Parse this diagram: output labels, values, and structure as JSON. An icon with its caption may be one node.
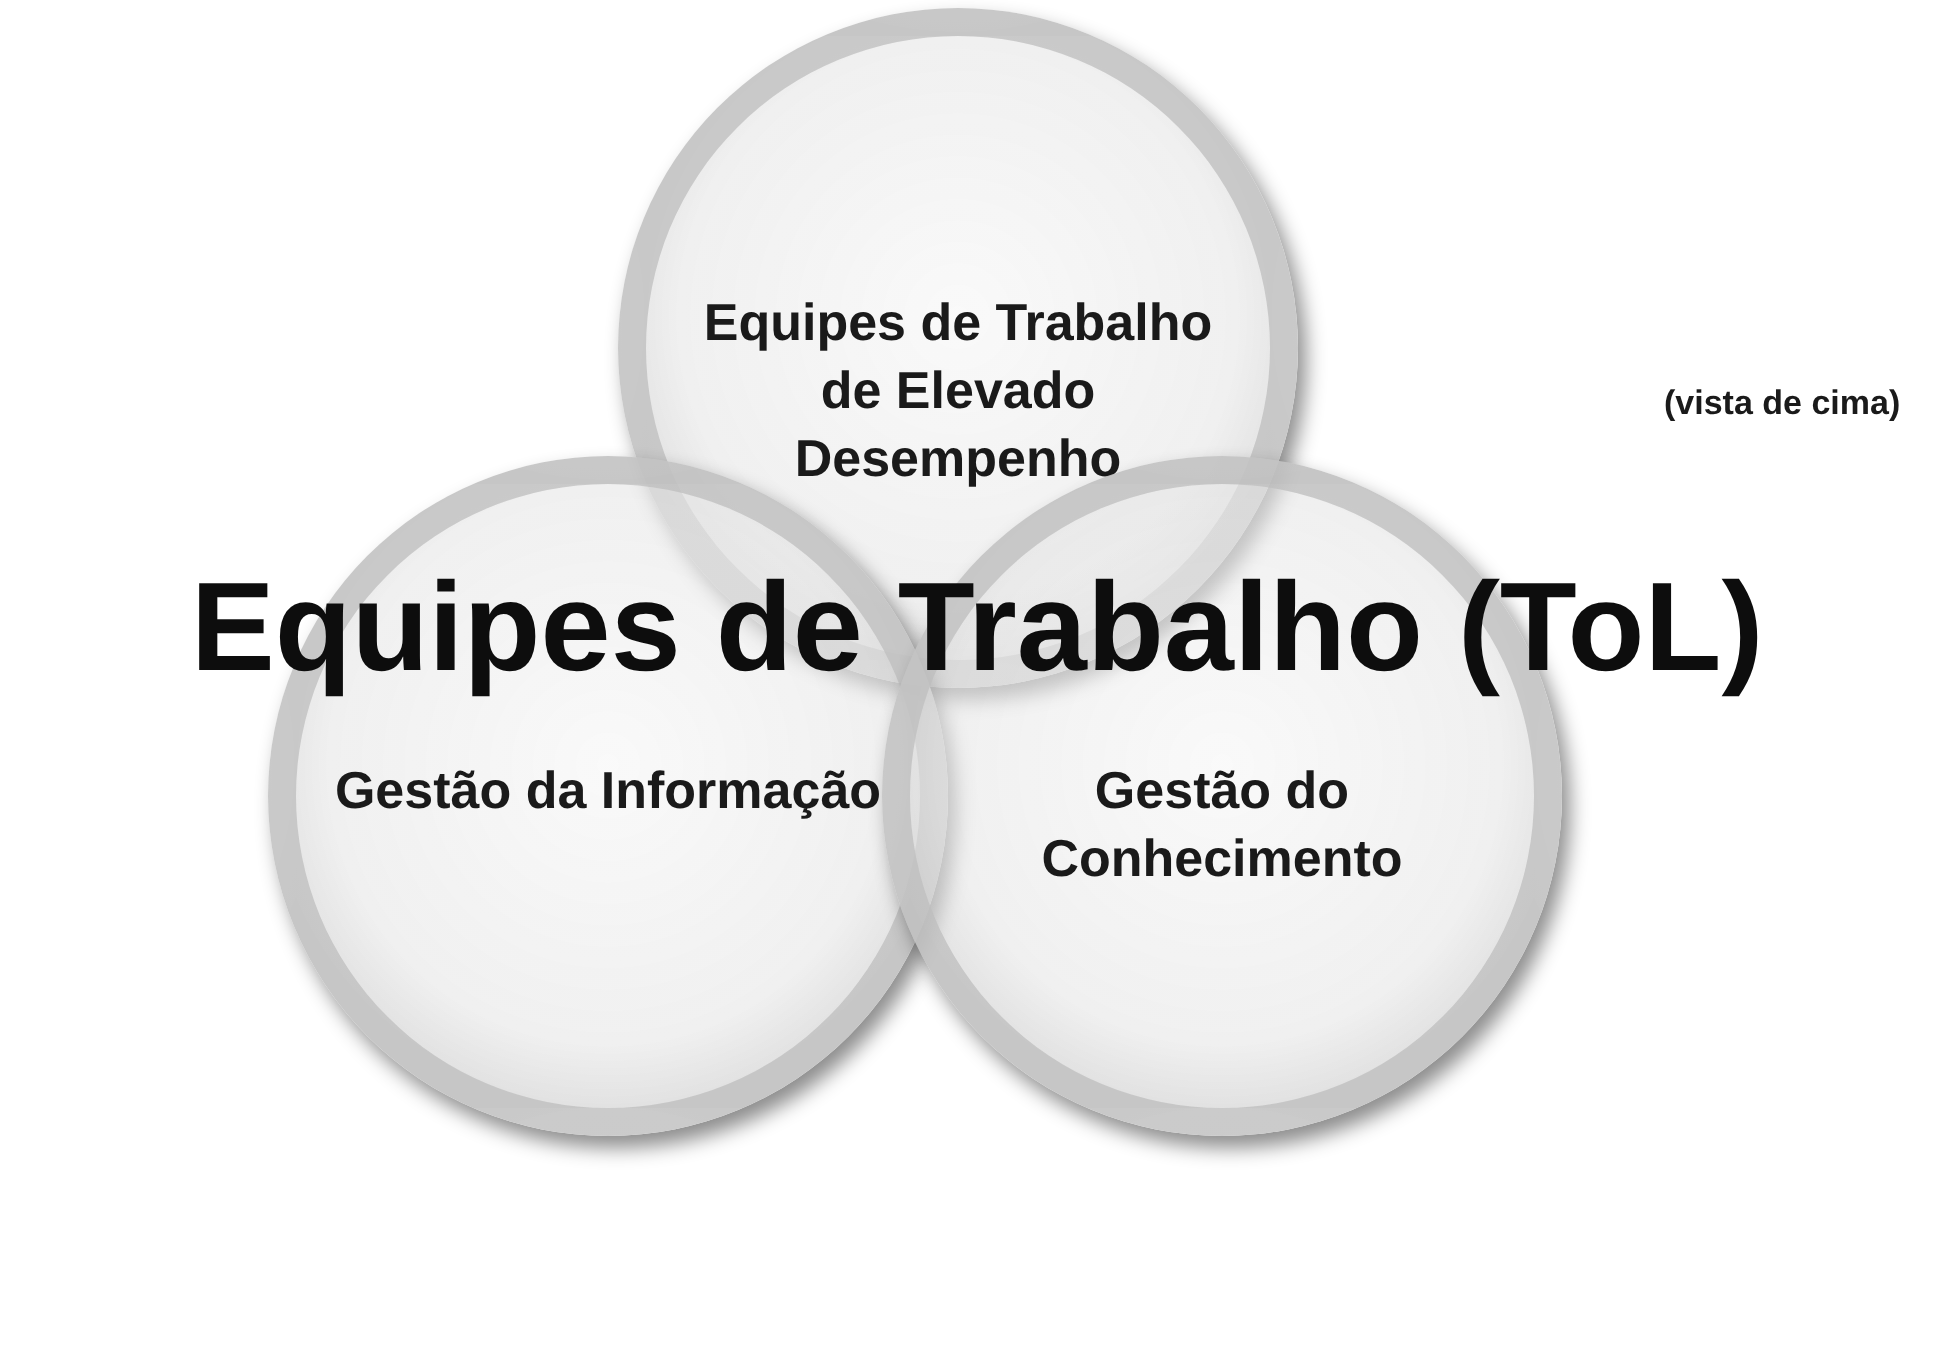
{
  "diagram": {
    "title": "Equipes de Trabalho (ToL)",
    "nodes": [
      {
        "text": [
          "Equipes de Trabalho de Elevado Desempenho"
        ]
      },
      {
        "text": [
          "Gestão da Informação"
        ]
      },
      {
        "text": [
          "Gestão do Conhecimento"
        ]
      }
    ],
    "labels": [
      "(vista de cima)"
    ]
  }
}
